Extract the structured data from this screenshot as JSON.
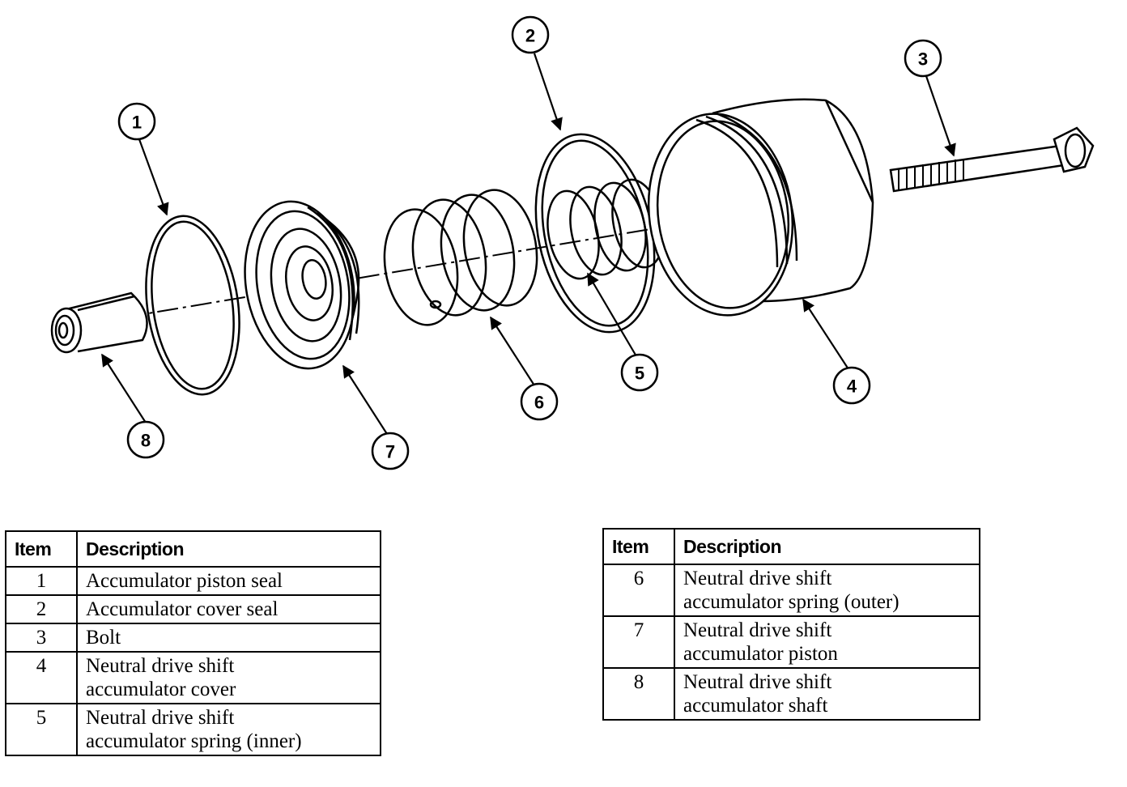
{
  "callouts": [
    "1",
    "2",
    "3",
    "4",
    "5",
    "6",
    "7",
    "8"
  ],
  "table_left": {
    "headers": {
      "item": "Item",
      "description": "Description"
    },
    "rows": [
      {
        "item": "1",
        "description": "Accumulator piston seal"
      },
      {
        "item": "2",
        "description": "Accumulator cover seal"
      },
      {
        "item": "3",
        "description": "Bolt"
      },
      {
        "item": "4",
        "description": "Neutral drive shift\naccumulator cover"
      },
      {
        "item": "5",
        "description": "Neutral drive shift\naccumulator spring (inner)"
      }
    ]
  },
  "table_right": {
    "headers": {
      "item": "Item",
      "description": "Description"
    },
    "rows": [
      {
        "item": "6",
        "description": "Neutral drive shift\naccumulator spring (outer)"
      },
      {
        "item": "7",
        "description": "Neutral drive shift\naccumulator piston"
      },
      {
        "item": "8",
        "description": "Neutral drive shift\naccumulator shaft"
      }
    ]
  }
}
